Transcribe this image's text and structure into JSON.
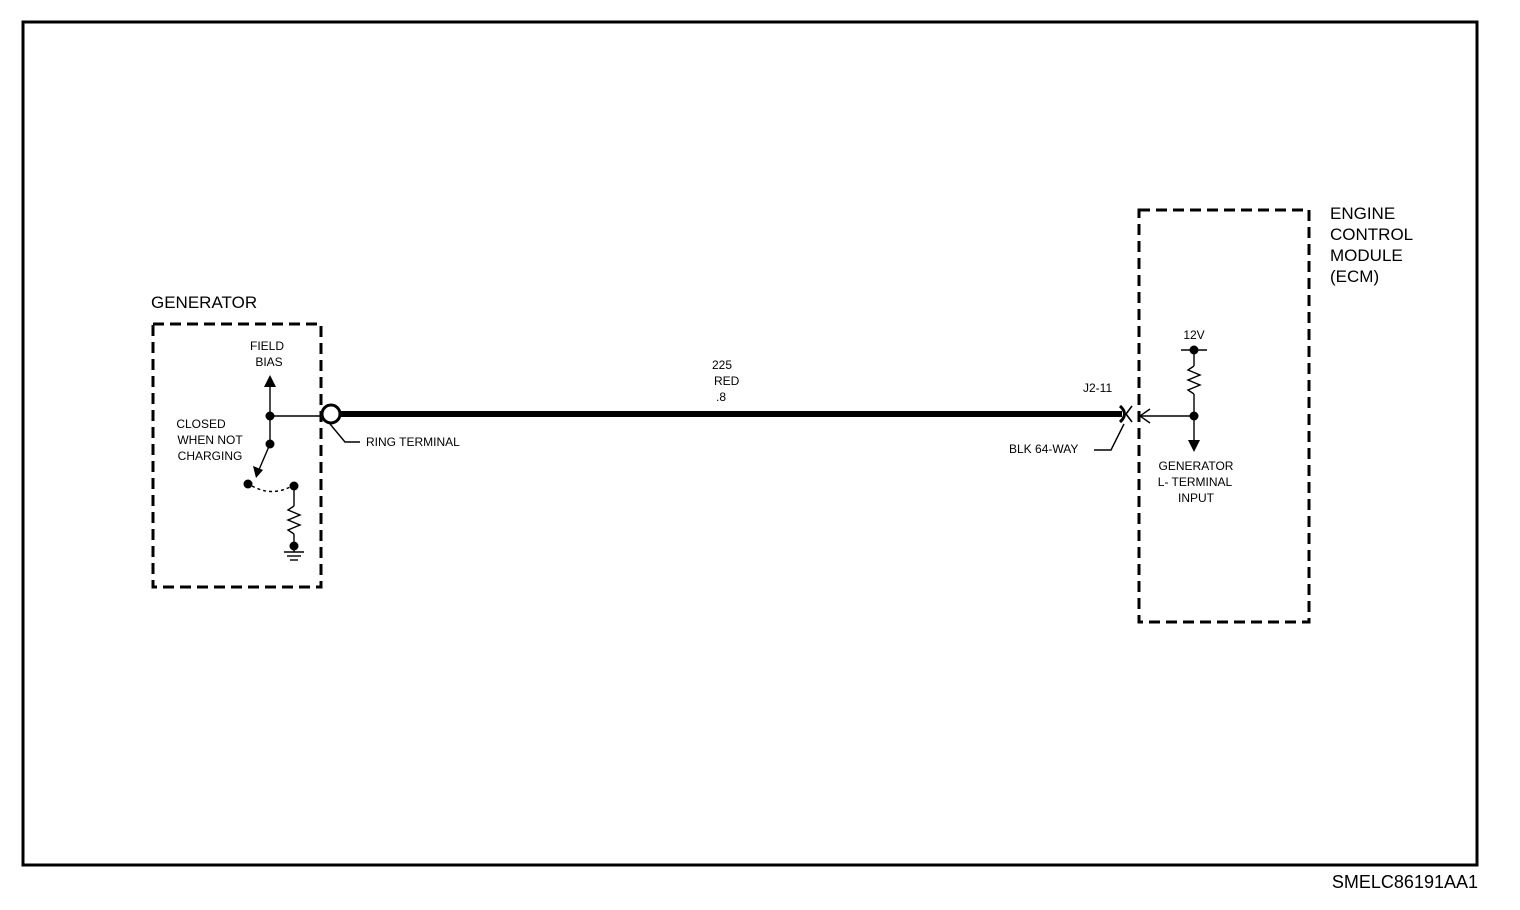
{
  "figure_id": "SMELC86191AA1",
  "generator": {
    "title": "GENERATOR",
    "field_label_1": "FIELD",
    "field_label_2": "BIAS",
    "switch_label_1": "CLOSED",
    "switch_label_2": "WHEN NOT",
    "switch_label_3": "CHARGING",
    "ring_terminal": "RING TERMINAL"
  },
  "wire": {
    "circuit": "225",
    "color": "RED",
    "gauge": ".8"
  },
  "connector": {
    "pin": "J2-11",
    "name": "BLK 64-WAY"
  },
  "ecm": {
    "title_1": "ENGINE",
    "title_2": "CONTROL",
    "title_3": "MODULE",
    "title_4": "(ECM)",
    "supply": "12V",
    "input_1": "GENERATOR",
    "input_2": "L- TERMINAL",
    "input_3": "INPUT"
  }
}
